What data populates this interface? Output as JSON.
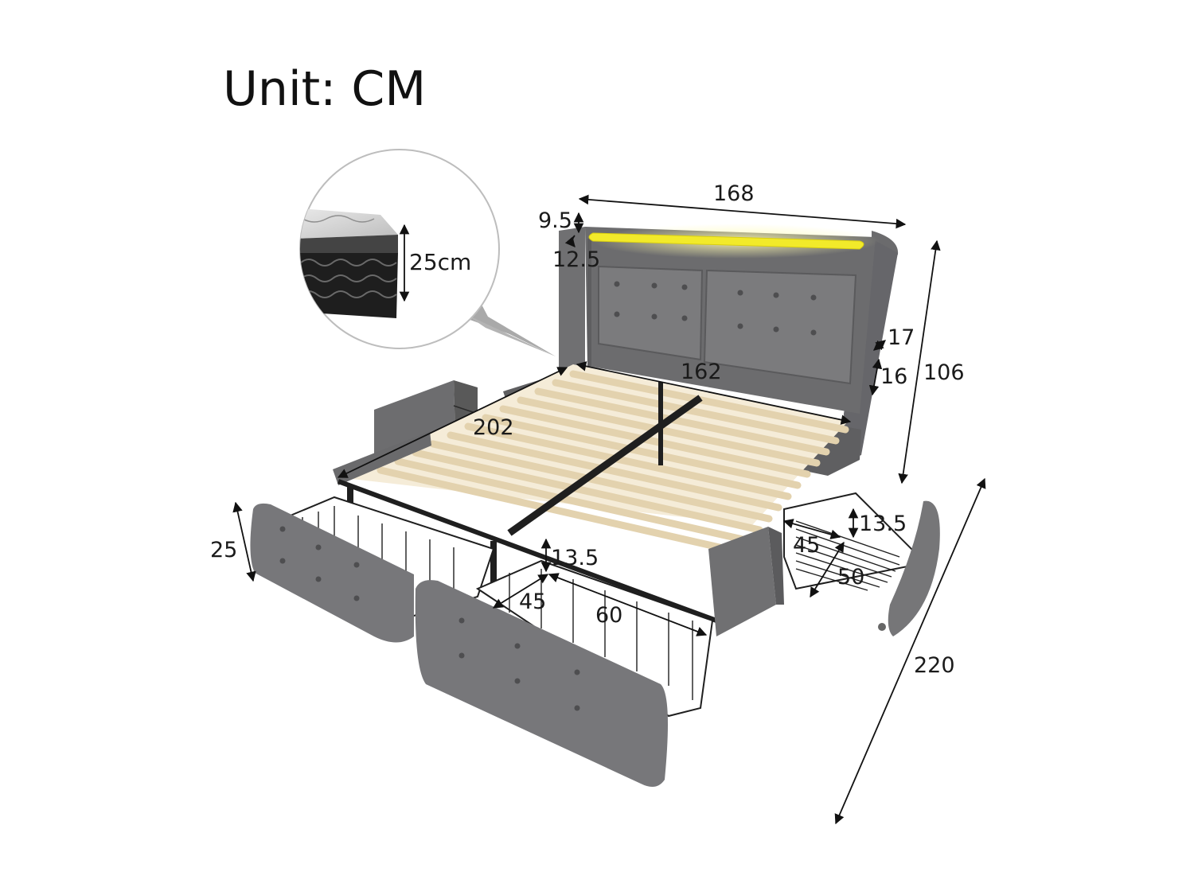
{
  "unit_label": "Unit: CM",
  "mattress": {
    "thickness": "25cm"
  },
  "dimensions": {
    "headboard_width": "168",
    "total_height": "106",
    "light_strip_height": "9.5",
    "light_strip_gap": "12.5",
    "wing_depth": "17",
    "wing_height": "16",
    "inner_width": "162",
    "inner_length": "202",
    "total_length": "220",
    "drawer_front_height": "25",
    "front_drawer_depth": "13.5",
    "front_drawer_width": "45",
    "front_drawer_length": "60",
    "side_drawer_depth": "13.5",
    "side_drawer_width": "45",
    "side_drawer_length": "50"
  },
  "colors": {
    "fabric": "#6f6f71",
    "fabric_dark": "#58585a",
    "slat": "#e8d9bd",
    "frame": "#2b2b2b",
    "led": "#f2ea2a",
    "dimension_line": "#111111"
  }
}
